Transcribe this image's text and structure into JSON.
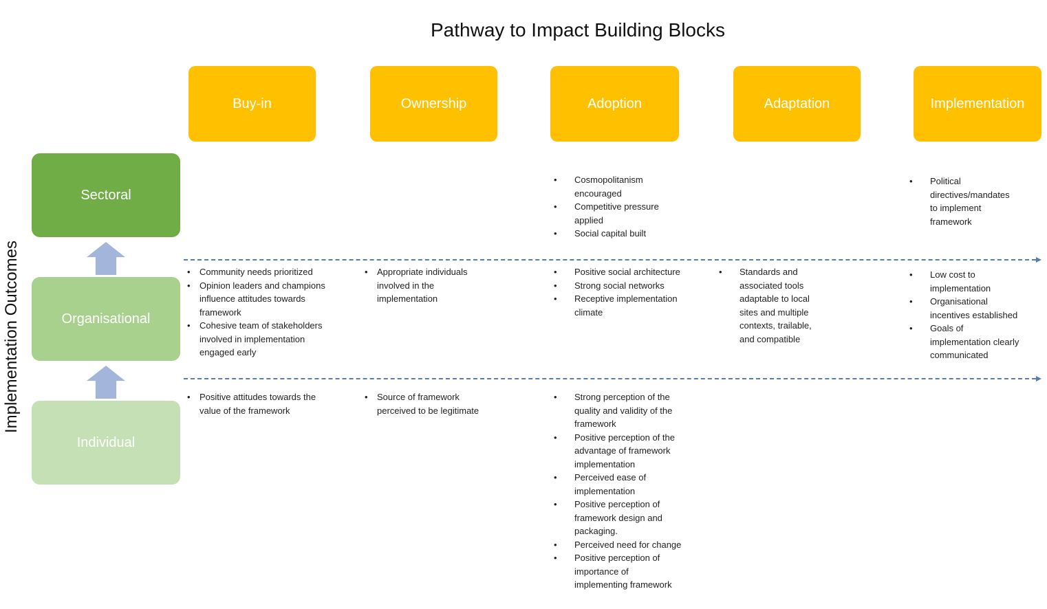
{
  "title": "Pathway to Impact Building Blocks",
  "y_axis_label": "Implementation Outcomes",
  "columns": [
    "Buy-in",
    "Ownership",
    "Adoption",
    "Adaptation",
    "Implementation"
  ],
  "rows": [
    "Sectoral",
    "Organisational",
    "Individual"
  ],
  "colors": {
    "column_header_bg": "#FFC000",
    "column_header_text": "#FFFFFF",
    "row_sectoral_bg": "#70AD47",
    "row_organisational_bg": "#A9D18E",
    "row_individual_bg": "#C5E0B4",
    "row_header_text": "#FFFFFF",
    "arrow": "#A4B5DC",
    "divider": "#5A7CA8"
  },
  "cells": {
    "sectoral": {
      "adoption": [
        "Cosmopolitanism\nencouraged",
        "Competitive pressure\napplied",
        "Social capital built"
      ],
      "implementation": [
        "Political\ndirectives/mandates\nto implement\nframework"
      ]
    },
    "organisational": {
      "buy_in": [
        "Community needs prioritized",
        "Opinion leaders and champions\ninfluence attitudes towards\nframework",
        "Cohesive team of stakeholders\ninvolved in implementation\nengaged early"
      ],
      "ownership": [
        "Appropriate individuals\ninvolved in the\nimplementation"
      ],
      "adoption": [
        "Positive social architecture",
        "Strong social networks",
        "Receptive implementation\nclimate"
      ],
      "adaptation": [
        "Standards and\nassociated tools\nadaptable to local\nsites and multiple\ncontexts, trailable,\nand compatible"
      ],
      "implementation": [
        "Low cost to\nimplementation",
        "Organisational\nincentives established",
        "Goals of\nimplementation clearly\ncommunicated"
      ]
    },
    "individual": {
      "buy_in": [
        "Positive attitudes towards the\nvalue of the framework"
      ],
      "ownership": [
        "Source of framework\nperceived to be legitimate"
      ],
      "adoption": [
        "Strong perception of the\nquality and validity of the\nframework",
        "Positive perception of the\nadvantage of framework\nimplementation",
        "Perceived ease of\nimplementation",
        "Positive perception of\nframework design and\npackaging.",
        "Perceived need for change",
        "Positive perception of\nimportance of\nimplementing framework"
      ]
    }
  }
}
